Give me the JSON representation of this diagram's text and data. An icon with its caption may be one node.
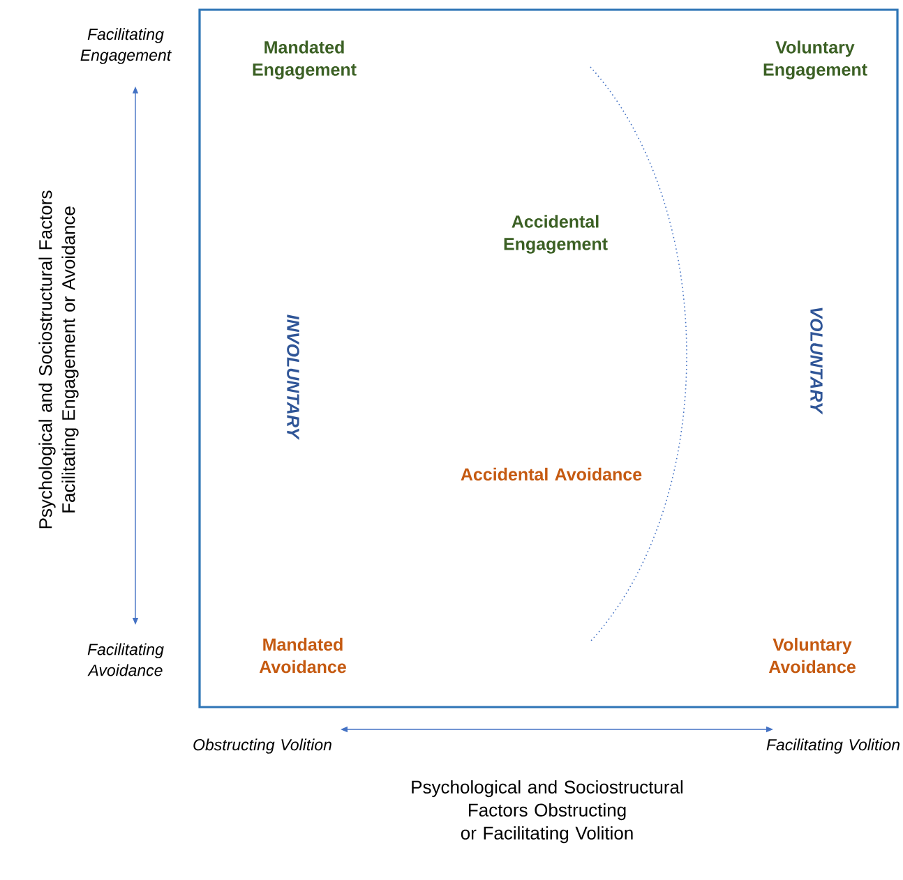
{
  "diagram": {
    "labels": [
      "Facilitating Engagement",
      "Mandated Engagement",
      "Voluntary Engagement",
      "Accidental Engagement",
      "INVOLUNTARY",
      "VOLUNTARY",
      "Psychological and Sociostructural Factors Facilitating Engagement or Avoidance",
      "Accidental Avoidance",
      "Facilitating Avoidance",
      "Mandated Avoidance",
      "Voluntary Avoidance",
      "Obstructing Volition",
      "Facilitating Volition",
      "Psychological and Sociostructural Factors Obstructing or Facilitating Volition"
    ]
  }
}
